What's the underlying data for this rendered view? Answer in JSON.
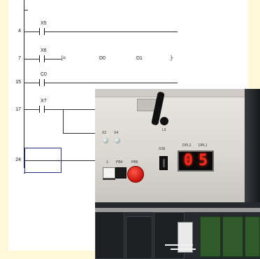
{
  "ladder": {
    "rungs": [
      {
        "step": "",
        "device": "",
        "label": ""
      },
      {
        "step": "4",
        "device": "X5"
      },
      {
        "step": "7",
        "device": "X6",
        "instruction": {
          "open": "[=",
          "op1": "D0",
          "op2": "D1",
          "close": "]-"
        }
      },
      {
        "step": "15",
        "device": "C0"
      },
      {
        "step": "17",
        "device": "X7"
      },
      {
        "step": "24",
        "device": ""
      }
    ]
  },
  "photo": {
    "panel_labels": {
      "x2": "X2",
      "x4": "X4",
      "pb1": "1",
      "pb2": "PB4",
      "pb3": "PB5",
      "sel": "SS6",
      "dpl2": "DPL2",
      "dpl1": "DPL1",
      "lamp_tag": "L5"
    },
    "display": {
      "digit1": "0",
      "digit2": "5"
    }
  },
  "colors": {
    "background": "#fff7d6",
    "select_box": "#2a2a8a",
    "led": "#ff2a1a"
  }
}
